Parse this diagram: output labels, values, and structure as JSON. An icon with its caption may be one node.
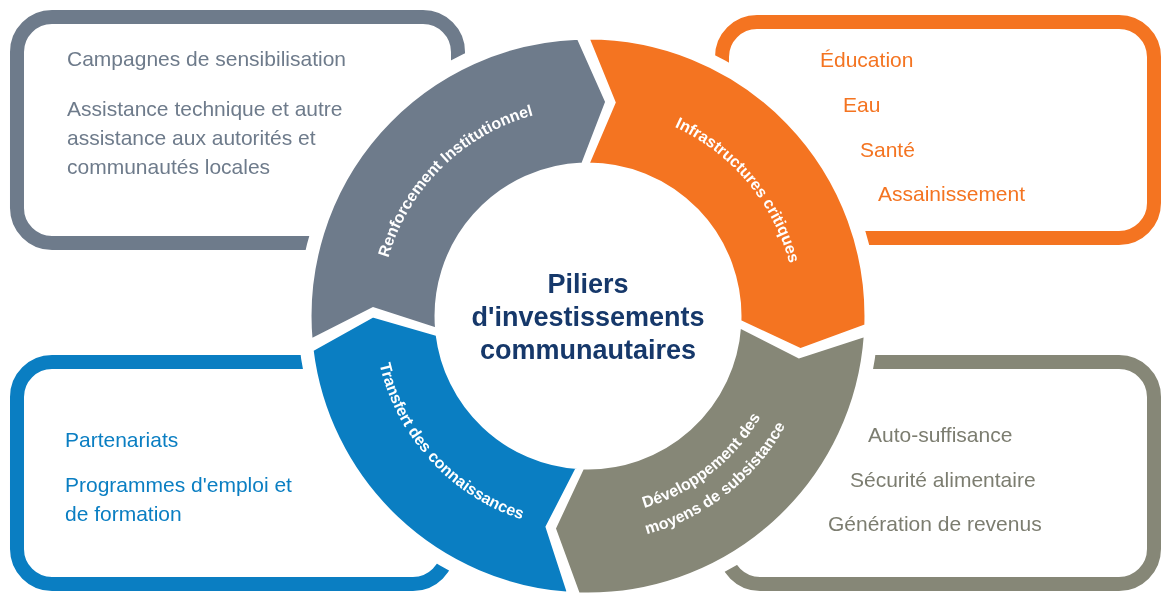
{
  "diagram": {
    "nodes": [
      {
        "text": [
          "Campagnes de sensibilisation",
          "Assistance technique et autre assistance aux autorités et communautés locales"
        ]
      },
      {
        "text": [
          "Éducation",
          "Eau",
          "Santé",
          "Assainissement"
        ]
      },
      {
        "text": [
          "Renforcement Institutionnel"
        ]
      },
      {
        "text": [
          "Infrastructures critiques"
        ]
      },
      {
        "text": [
          "Piliers d'investissements communautaires"
        ]
      },
      {
        "text": [
          "Transfert des connaissances"
        ]
      },
      {
        "text": [
          "Développement des moyens de subsistance"
        ]
      },
      {
        "text": [
          "Partenariats",
          "Programmes d'emploi et de formation"
        ]
      },
      {
        "text": [
          "Auto-suffisance",
          "Sécurité alimentaire",
          "Génération de revenus"
        ]
      }
    ]
  }
}
